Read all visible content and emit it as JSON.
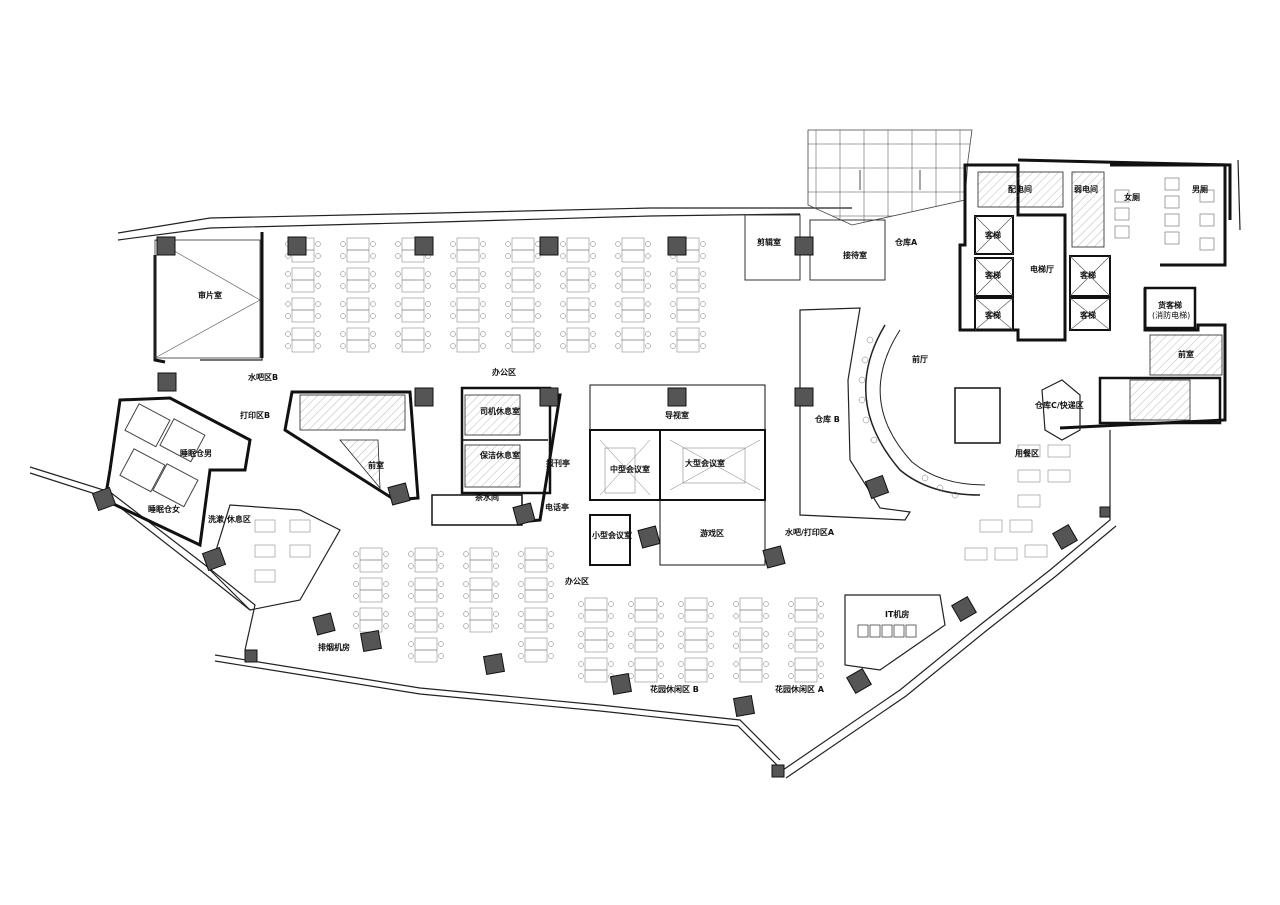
{
  "rooms": {
    "review_room": "审片室",
    "water_bar_b": "水吧区B",
    "print_area_b": "打印区B",
    "sleep_pod_male": "睡眠仓男",
    "sleep_pod_female": "睡眠仓女",
    "wash_rest": "洗漱/休息区",
    "exhaust_room": "排烟机房",
    "office_north": "办公区",
    "office_south": "办公区",
    "driver_lounge": "司机休息室",
    "cleaner_lounge": "保洁休息室",
    "tea_room": "茶水间",
    "front_desk_small": "前室",
    "magazine_room": "报刊亭",
    "phone_booth": "电话亭",
    "guide_room": "导视室",
    "medium_meeting": "中型会议室",
    "large_meeting": "大型会议室",
    "small_meeting": "小型会议室",
    "game_area": "游戏区",
    "water_print_a": "水吧/打印区A",
    "warehouse_b": "仓库 B",
    "lobby": "前厅",
    "dining": "用餐区",
    "warehouse_c": "仓库C/快递区",
    "warehouse_a": "仓库A",
    "reception": "接待室",
    "cutting_room": "剪辑室",
    "power_room": "配电间",
    "weak_power_room": "弱电间",
    "elevator_hall": "电梯厅",
    "elevator_1": "客梯",
    "elevator_2": "客梯",
    "elevator_3": "客梯",
    "elevator_4": "客梯",
    "elevator_5": "客梯",
    "freight_elevator": "货客梯",
    "fire_elevator_note": "(消防电梯)",
    "womens_wc": "女厕",
    "mens_wc": "男厕",
    "front_room_east": "前室",
    "it_room": "IT机房",
    "garden_b": "花园休闲区 B",
    "garden_a": "花园休闲区 A"
  }
}
